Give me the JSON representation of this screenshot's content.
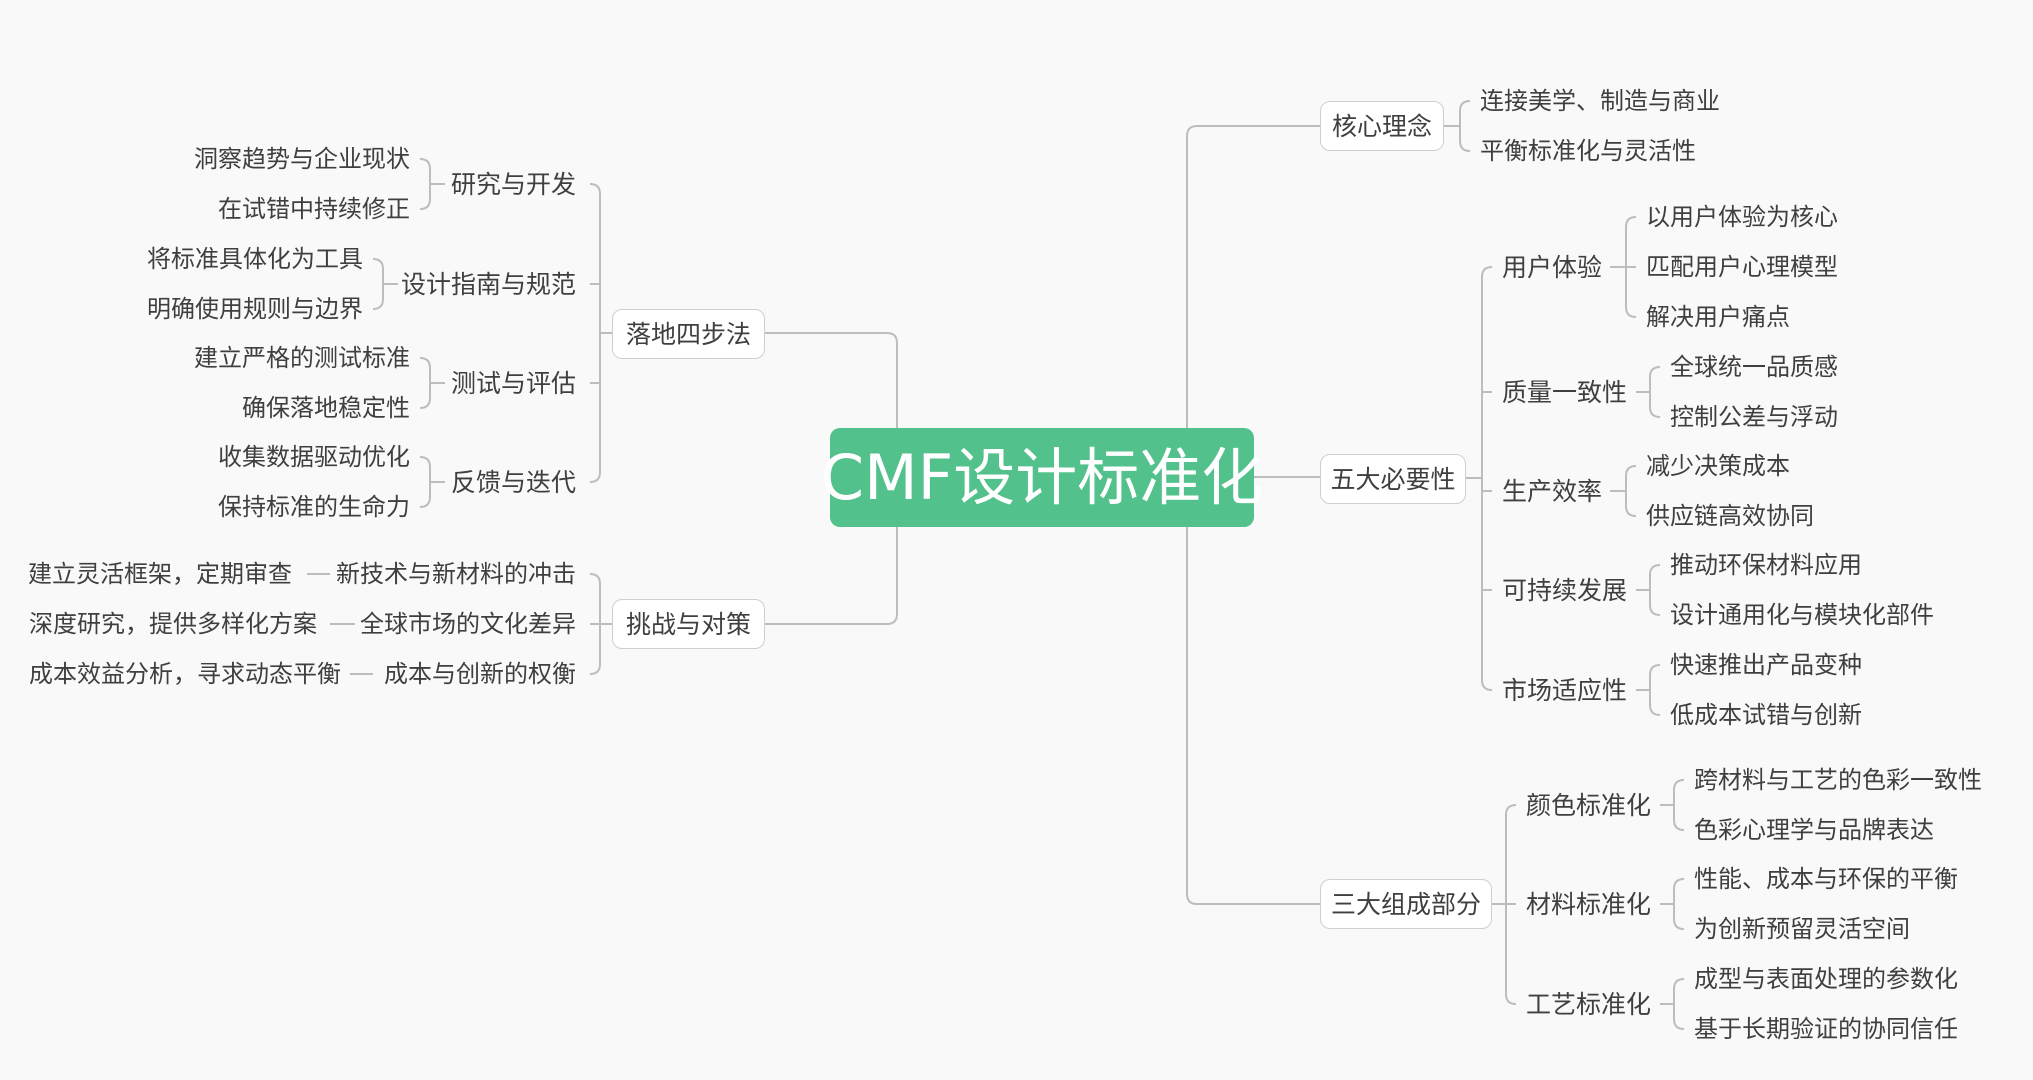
{
  "root": {
    "label": "CMF设计标准化",
    "color": "#52c18b"
  },
  "right": {
    "core": {
      "label": "核心理念",
      "children": [
        "连接美学、制造与商业",
        "平衡标准化与灵活性"
      ]
    },
    "necessity": {
      "label": "五大必要性",
      "children": [
        {
          "label": "用户体验",
          "children": [
            "以用户体验为核心",
            "匹配用户心理模型",
            "解决用户痛点"
          ]
        },
        {
          "label": "质量一致性",
          "children": [
            "全球统一品质感",
            "控制公差与浮动"
          ]
        },
        {
          "label": "生产效率",
          "children": [
            "减少决策成本",
            "供应链高效协同"
          ]
        },
        {
          "label": "可持续发展",
          "children": [
            "推动环保材料应用",
            "设计通用化与模块化部件"
          ]
        },
        {
          "label": "市场适应性",
          "children": [
            "快速推出产品变种",
            "低成本试错与创新"
          ]
        }
      ]
    },
    "components": {
      "label": "三大组成部分",
      "children": [
        {
          "label": "颜色标准化",
          "children": [
            "跨材料与工艺的色彩一致性",
            "色彩心理学与品牌表达"
          ]
        },
        {
          "label": "材料标准化",
          "children": [
            "性能、成本与环保的平衡",
            "为创新预留灵活空间"
          ]
        },
        {
          "label": "工艺标准化",
          "children": [
            "成型与表面处理的参数化",
            "基于长期验证的协同信任"
          ]
        }
      ]
    }
  },
  "left": {
    "steps": {
      "label": "落地四步法",
      "children": [
        {
          "label": "研究与开发",
          "children": [
            "洞察趋势与企业现状",
            "在试错中持续修正"
          ]
        },
        {
          "label": "设计指南与规范",
          "children": [
            "将标准具体化为工具",
            "明确使用规则与边界"
          ]
        },
        {
          "label": "测试与评估",
          "children": [
            "建立严格的测试标准",
            "确保落地稳定性"
          ]
        },
        {
          "label": "反馈与迭代",
          "children": [
            "收集数据驱动优化",
            "保持标准的生命力"
          ]
        }
      ]
    },
    "challenges": {
      "label": "挑战与对策",
      "children": [
        {
          "label": "新技术与新材料的冲击",
          "children": [
            "建立灵活框架，定期审查"
          ]
        },
        {
          "label": "全球市场的文化差异",
          "children": [
            "深度研究，提供多样化方案"
          ]
        },
        {
          "label": "成本与创新的权衡",
          "children": [
            "成本效益分析，寻求动态平衡"
          ]
        }
      ]
    }
  }
}
